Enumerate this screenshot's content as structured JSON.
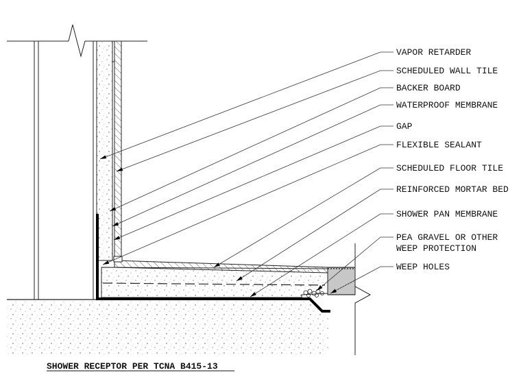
{
  "labels": [
    {
      "id": "vapor-retarder",
      "lines": [
        "VAPOR RETARDER"
      ]
    },
    {
      "id": "scheduled-wall-tile",
      "lines": [
        "SCHEDULED WALL TILE"
      ]
    },
    {
      "id": "backer-board",
      "lines": [
        "BACKER BOARD"
      ]
    },
    {
      "id": "waterproof-membrane",
      "lines": [
        "WATERPROOF MEMBRANE"
      ]
    },
    {
      "id": "gap",
      "lines": [
        "GAP"
      ]
    },
    {
      "id": "flexible-sealant",
      "lines": [
        "FLEXIBLE SEALANT"
      ]
    },
    {
      "id": "scheduled-floor-tile",
      "lines": [
        "SCHEDULED FLOOR TILE"
      ]
    },
    {
      "id": "reinforced-mortar-bed",
      "lines": [
        "REINFORCED MORTAR BED"
      ]
    },
    {
      "id": "shower-pan-membrane",
      "lines": [
        "SHOWER PAN MEMBRANE"
      ]
    },
    {
      "id": "pea-gravel",
      "lines": [
        "PEA GRAVEL OR OTHER",
        "WEEP PROTECTION"
      ]
    },
    {
      "id": "weep-holes",
      "lines": [
        "WEEP HOLES"
      ]
    }
  ],
  "title": "SHOWER RECEPTOR PER TCNA B415-13"
}
